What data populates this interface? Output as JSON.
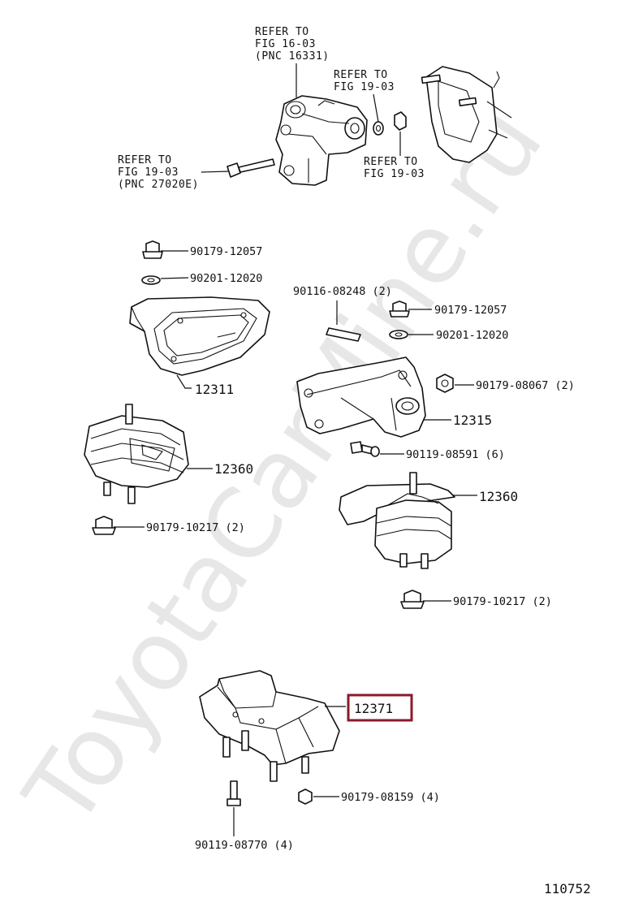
{
  "watermark": "ToyotaCarMine.ru",
  "refers": {
    "top": [
      "REFER TO",
      "FIG 16-03",
      "(PNC 16331)"
    ],
    "right_upper": [
      "REFER TO",
      "FIG 19-03"
    ],
    "left": [
      "REFER TO",
      "FIG 19-03",
      "(PNC 27020E)"
    ],
    "right_lower": [
      "REFER TO",
      "FIG 19-03"
    ]
  },
  "parts": {
    "p90179_12057_left": "90179-12057",
    "p90201_12020_left": "90201-12020",
    "p12311": "12311",
    "p12360_left": "12360",
    "p90179_10217_left": "90179-10217 (2)",
    "p90116_08248": "90116-08248 (2)",
    "p90179_12057_right": "90179-12057",
    "p90201_12020_right": "90201-12020",
    "p90179_08067": "90179-08067 (2)",
    "p12315": "12315",
    "p90119_08591": "90119-08591 (6)",
    "p12360_right": "12360",
    "p90179_10217_right": "90179-10217 (2)",
    "p12371": "12371",
    "p90179_08159": "90179-08159 (4)",
    "p90119_08770": "90119-08770 (4)"
  },
  "highlight_color": "#8b1a2b",
  "figure_number": "110752"
}
